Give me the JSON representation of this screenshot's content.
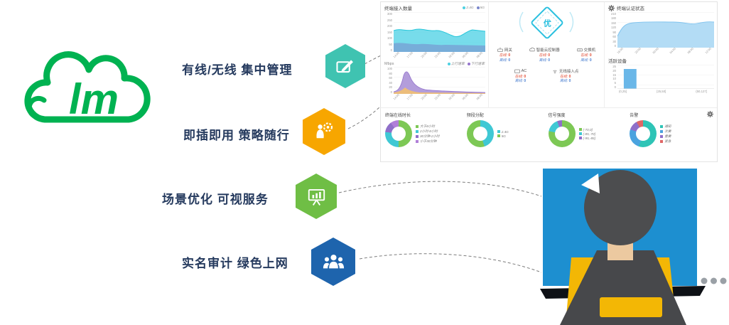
{
  "logo": {
    "text": "lm",
    "color": "#00b251"
  },
  "features": [
    {
      "label": "有线/无线 集中管理",
      "color": "#3fc3b1",
      "icon": "pen-icon"
    },
    {
      "label": "即插即用 策略随行",
      "color": "#f7a600",
      "icon": "person-gear-icon"
    },
    {
      "label": "场景优化 可视服务",
      "color": "#6fbe45",
      "icon": "chart-board-icon"
    },
    {
      "label": "实名审计 绿色上网",
      "color": "#1e64ad",
      "icon": "people-icon"
    }
  ],
  "dashboard": {
    "access": {
      "title": "终端接入数量",
      "legend": [
        {
          "label": "2.4G",
          "color": "#4dd0e1"
        },
        {
          "label": "5G",
          "color": "#7986cb"
        }
      ],
      "y_ticks": [
        "300",
        "250",
        "200",
        "150",
        "100",
        "50",
        "0"
      ],
      "x_ticks": [
        "14:00",
        "17:00",
        "20:00",
        "23:00",
        "02:00",
        "05:00",
        "08:00"
      ]
    },
    "speed": {
      "unit": "Mbps",
      "legend": [
        {
          "label": "上行速率",
          "color": "#4dd0e1"
        },
        {
          "label": "下行速率",
          "color": "#9575cd"
        }
      ],
      "y_ticks": [
        "100",
        "80",
        "60",
        "40",
        "20",
        "0"
      ],
      "x_ticks": [
        "14:00",
        "17:00",
        "20:00",
        "23:00",
        "02:00",
        "05:00",
        "08:00"
      ]
    },
    "health": {
      "badge": "优",
      "online_label": "在线: ",
      "offline_label": "离线: ",
      "devices": [
        {
          "name": "网关",
          "online": "0",
          "offline": "0"
        },
        {
          "name": "智能云控制器",
          "online": "0",
          "offline": "0"
        },
        {
          "name": "交换机",
          "online": "0",
          "offline": "0"
        },
        {
          "name": "AC",
          "online": "0",
          "offline": "0"
        },
        {
          "name": "无线接入点",
          "online": "0",
          "offline": "0"
        }
      ]
    },
    "auth": {
      "title": "终端认证状态",
      "y_ticks": [
        "210",
        "180",
        "150",
        "120",
        "90",
        "60",
        "30",
        "0"
      ],
      "x_ticks": [
        "16:00",
        "20:00",
        "00:00",
        "04:00",
        "08:00",
        "12:00"
      ]
    },
    "active": {
      "title": "活跃设备",
      "y_ticks": [
        "25",
        "20",
        "15",
        "10",
        "5",
        "0"
      ],
      "x_ticks": [
        "(0,25]",
        "(25,50]",
        "(50,127]"
      ]
    },
    "donuts": [
      {
        "title": "终端在线时长",
        "segments": [
          {
            "label": "大于8小时",
            "color": "#7dc855",
            "pct": 50
          },
          {
            "label": "2小时-8小时",
            "color": "#3fc8d4",
            "pct": 27
          },
          {
            "label": "30分钟-2小时",
            "color": "#8f6fc9",
            "pct": 13
          },
          {
            "label": "小于30分钟",
            "color": "#b07fd8",
            "pct": 10
          }
        ]
      },
      {
        "title": "频段分配",
        "segments": [
          {
            "label": "2.4G",
            "color": "#3fc8d4",
            "pct": 45
          },
          {
            "label": "5G",
            "color": "#7dc855",
            "pct": 55
          }
        ]
      },
      {
        "title": "信号强度",
        "segments": [
          {
            "label": "(-70,0]",
            "color": "#7dc855",
            "pct": 78
          },
          {
            "label": "(-85,-70]",
            "color": "#3fc8d4",
            "pct": 16
          },
          {
            "label": "(-95,-85]",
            "color": "#8f6fc9",
            "pct": 6
          }
        ]
      },
      {
        "title": "告警",
        "segments": [
          {
            "label": "通知",
            "color": "#2ec4b6",
            "pct": 55
          },
          {
            "label": "次要",
            "color": "#4aa3df",
            "pct": 25
          },
          {
            "label": "重要",
            "color": "#8f6fc9",
            "pct": 12
          },
          {
            "label": "紧急",
            "color": "#e06666",
            "pct": 8
          }
        ]
      }
    ]
  }
}
